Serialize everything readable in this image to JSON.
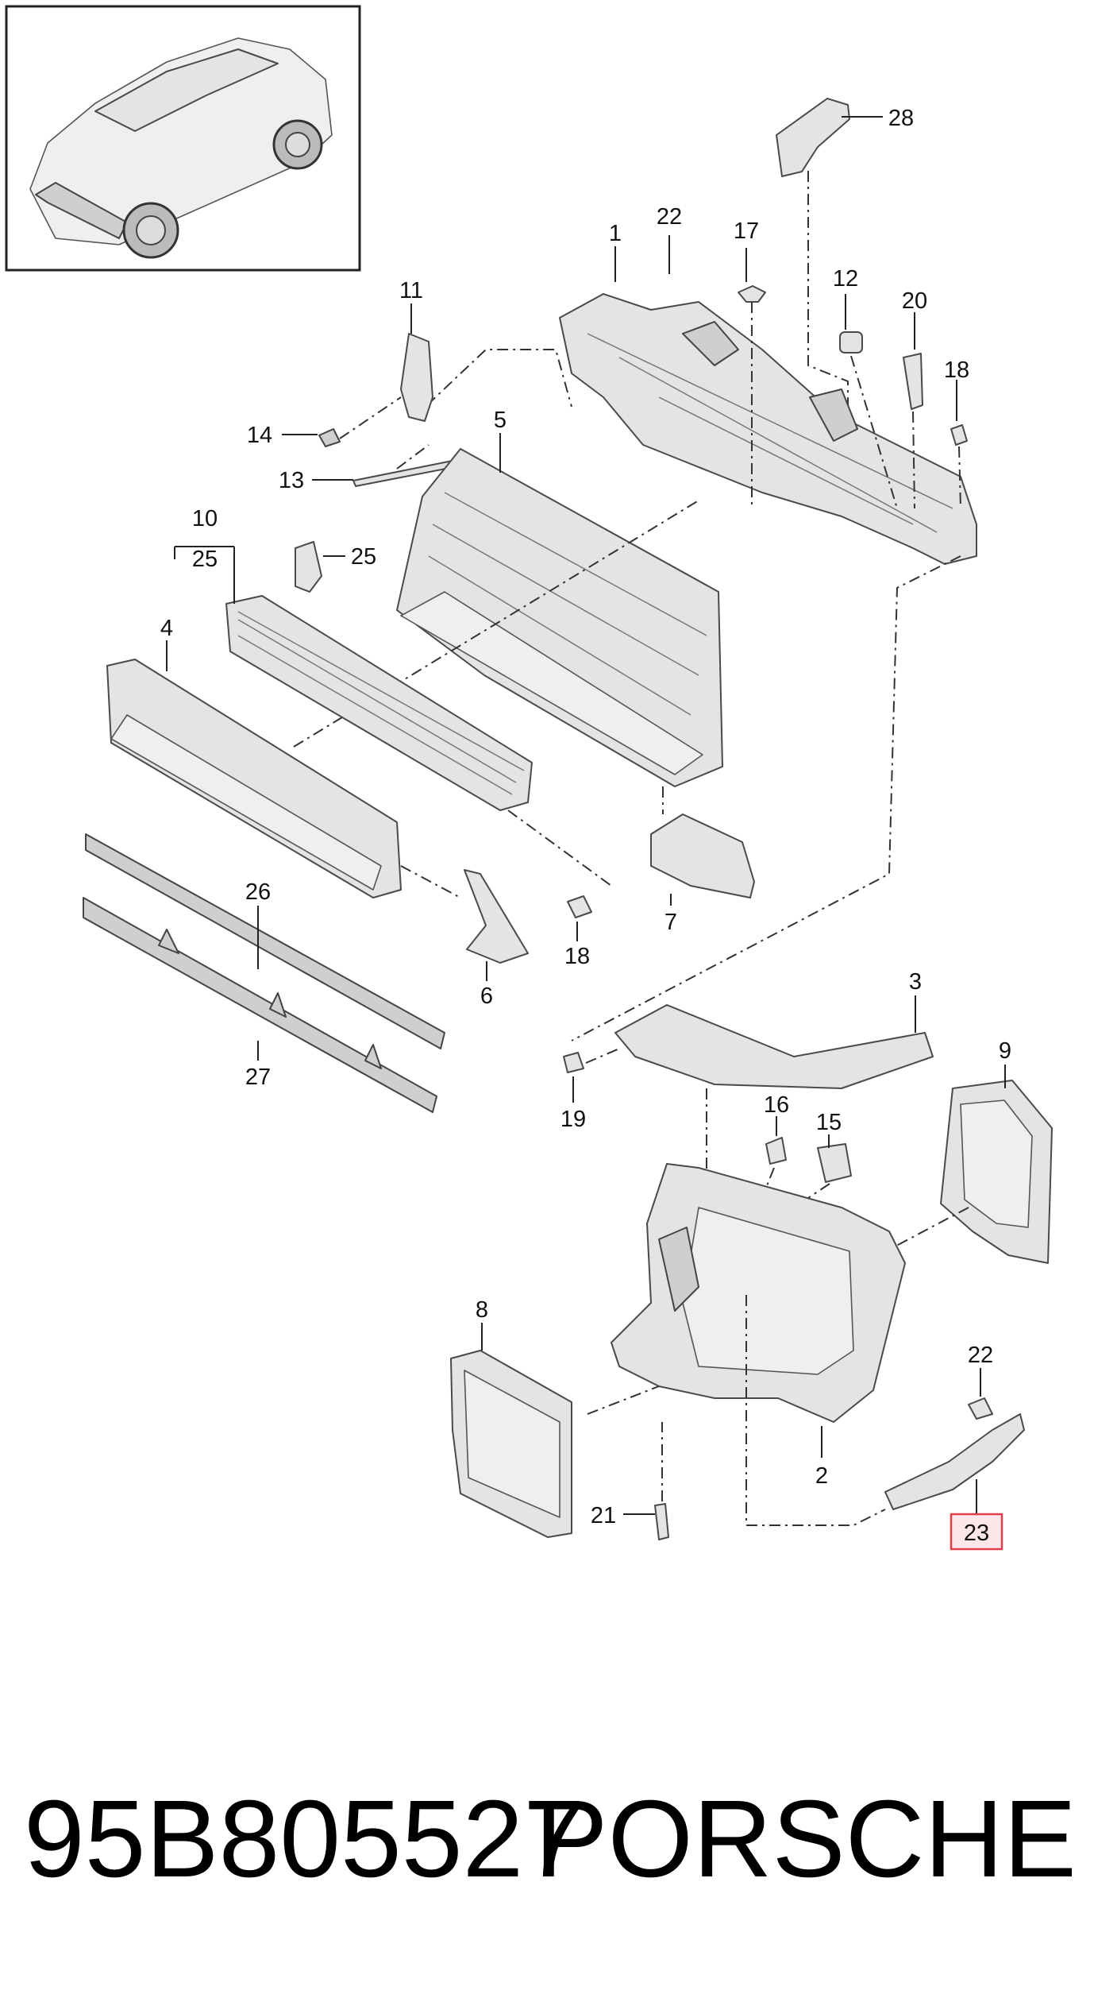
{
  "diagram": {
    "callouts": [
      "28",
      "22",
      "1",
      "17",
      "12",
      "20",
      "18",
      "11",
      "14",
      "13",
      "5",
      "10",
      "25",
      "25",
      "4",
      "26",
      "27",
      "6",
      "18",
      "7",
      "3",
      "19",
      "16",
      "15",
      "9",
      "8",
      "22",
      "2",
      "21",
      "23"
    ],
    "highlighted_callout": "23",
    "highlight_color": "#e0404a",
    "highlight_fill": "#fde7e9"
  },
  "footer": {
    "part_number": "95B805527",
    "brand": "PORSCHE"
  }
}
